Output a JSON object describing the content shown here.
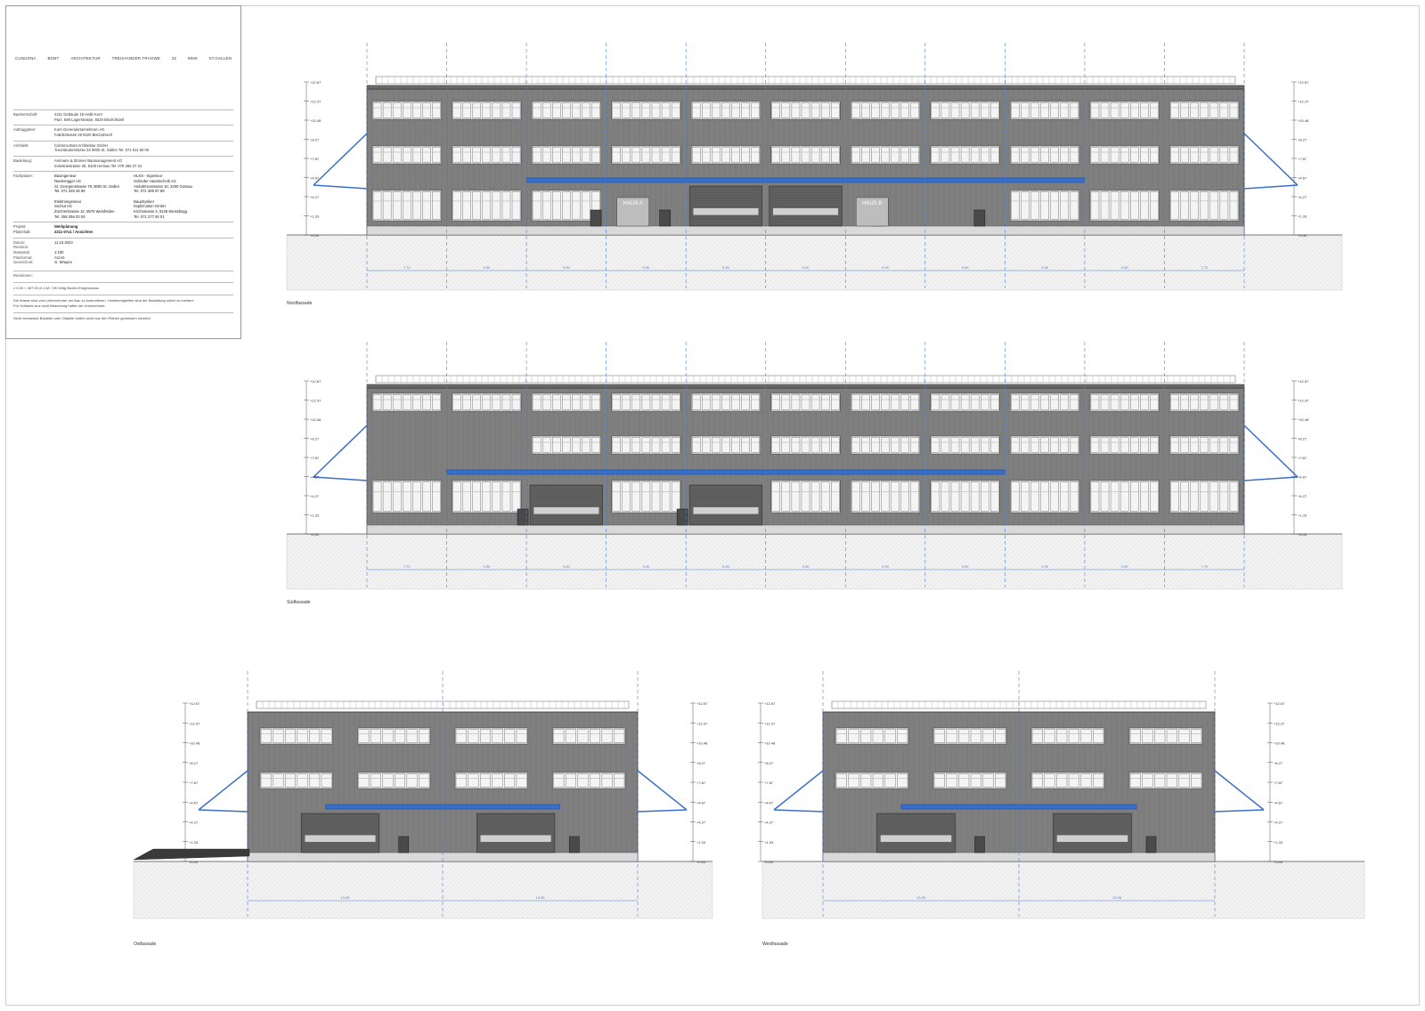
{
  "title_block": {
    "header": [
      "CUNUGNA",
      "BONT",
      "ARCHITEKTUR",
      "TREUHANDER TRAGWE",
      "32",
      "9000",
      "ST.GALLEN"
    ],
    "rows": [
      {
        "key": "Bauherrschaft:",
        "value": "2211 Gebäude 18 Halle Kurri\nParz. 596 Lagerstrasse, 9220 Bischofszell"
      },
      {
        "key": "Auftraggeber:",
        "value": "Kurri Generalunternehmen AG\nFabrikstrasse 29 9220 Bischofszell"
      },
      {
        "key": "Architekt:",
        "value": "Cuboma Bont Architektur GmbH\nTreuhänderstrasse 32 9000 St. Gallen Tel. 071 511 60 00"
      },
      {
        "key": "Bauleitung:",
        "value": "Ammann & Zimmer Baumanagement AG\nIndustriestrasse 28, 9100 Herisau Tel. 079 365 37 24"
      }
    ],
    "specialists_key": "Fachplaner:",
    "specialists": [
      "Bauingenieur\nNiederegger AG\nSt. Georgenstrasse 79, 9000 St. Gallen\nTel. 071 228 49 99\n\nElektroingenieur\nSochut AG\nZürcherstrasse 12, 9570 Weinfelden\nTel. 058 456 03 04",
      "HLKS - Ingenieur\nSchieder Haustechnik AG\nAmbührenstrasse 10, 3200 Gossau\nTel. 071 385 87 89\n\nBauphysiker\nExpEmotion GmbH\nKirchstrasse 3, 9125 Weissbügg\nTel. 071 277 92 01"
    ],
    "project_key": "Projekt:",
    "project_value": "Werkplanung",
    "plan_key": "Planinhalt:",
    "plan_value": "2211-07a1 / Ansichten",
    "meta": [
      {
        "k": "Datum:",
        "v": "11.10.2023"
      },
      {
        "k": "Revision:",
        "v": ""
      },
      {
        "k": "Massstab:",
        "v": "1:100"
      },
      {
        "k": "Planformat:",
        "v": "A1/A0"
      },
      {
        "k": "Gezeichnet:",
        "v": "G. Wrayen"
      }
    ],
    "revisions_key": "Revisionen:",
    "notes": [
      "± 0.00 = 467.00 m.ü.M / OK fertig Boden Erdgeschoss",
      "Die Masse sind vom Unternehmer am Bau zu kontrollieren. Unstimmigkeiten sind der Bauleitung sofort zu melden!\nFür Schäden aus nicht Beachtung haftet der Unternehmer.",
      "Nicht vermasste Bauteile oder Objekte dürfen nicht aus den Plänen gemessen werden!"
    ]
  },
  "elevations": {
    "north": {
      "caption": "Nordfassade",
      "house_a": "HAUS A",
      "house_b": "HAUS B",
      "dims": [
        "7.70",
        "9.90",
        "9.90",
        "9.90",
        "9.90",
        "9.90",
        "9.90",
        "9.90",
        "9.90",
        "9.90",
        "7.70"
      ],
      "levels": [
        "+12.67",
        "+12.37",
        "+10.48",
        "+8.27",
        "+7.87",
        "+4.67",
        "+4.27",
        "+1.33",
        "+0.00"
      ]
    },
    "south": {
      "caption": "Südfassade",
      "dims": [
        "7.70",
        "9.90",
        "9.90",
        "9.90",
        "9.90",
        "9.90",
        "9.90",
        "9.90",
        "9.90",
        "9.90",
        "7.70"
      ],
      "levels": [
        "+12.67",
        "+12.37",
        "+10.48",
        "+8.27",
        "+7.87",
        "+4.67",
        "+4.27",
        "+1.33",
        "+0.00"
      ]
    },
    "west": {
      "caption": "Ostfassade",
      "dims": [
        "13.95",
        "13.95"
      ],
      "levels": [
        "+12.67",
        "+12.37",
        "+10.48",
        "+8.27",
        "+7.87",
        "+4.67",
        "+4.27",
        "+1.33",
        "+0.00"
      ]
    },
    "east": {
      "caption": "Westfassade",
      "dims": [
        "13.95",
        "13.95"
      ],
      "levels": [
        "+12.67",
        "+12.37",
        "+10.48",
        "+8.27",
        "+7.87",
        "+4.67",
        "+4.27",
        "+1.33",
        "+0.00"
      ]
    }
  },
  "colors": {
    "facade": "#7f7f7f",
    "facade_line": "#6b6b6b",
    "window": "#f4f4f4",
    "grid": "#4a7fd6",
    "canopy": "#3a6fc9",
    "ground": "#e8e8e8"
  }
}
